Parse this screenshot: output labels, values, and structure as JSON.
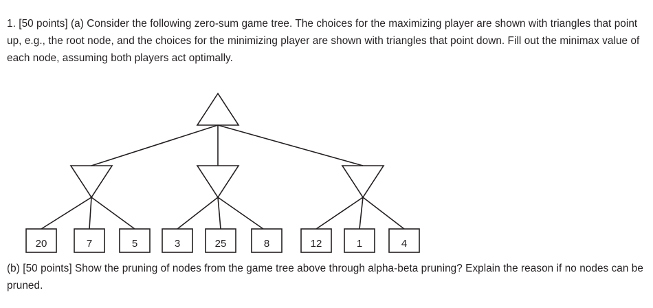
{
  "document": {
    "question_number": "1.",
    "part_a": {
      "text": "1. [50 points] (a) Consider the following zero-sum game tree. The choices for the maximizing player are shown with triangles that point up, e.g., the root node, and the choices for the minimizing player are shown with triangles that point down. Fill out the minimax value of each node, assuming both players act optimally."
    },
    "part_b": {
      "text": "(b) [50 points] Show the pruning of nodes from the game tree above through alpha-beta pruning? Explain the reason if no nodes can be pruned."
    },
    "figure": {
      "caption": "",
      "root": {
        "type": "max-triangle",
        "label": ""
      },
      "internal_nodes": [
        {
          "type": "min-triangle",
          "label": ""
        },
        {
          "type": "min-triangle",
          "label": ""
        },
        {
          "type": "min-triangle",
          "label": ""
        }
      ],
      "leaves": [
        {
          "value": "20"
        },
        {
          "value": "7"
        },
        {
          "value": "5"
        },
        {
          "value": "3"
        },
        {
          "value": "25"
        },
        {
          "value": "8"
        },
        {
          "value": "12"
        },
        {
          "value": "1"
        },
        {
          "value": "4"
        }
      ],
      "colors": {
        "stroke": "#231f20",
        "text": "#231f20",
        "background": "#ffffff"
      }
    }
  }
}
